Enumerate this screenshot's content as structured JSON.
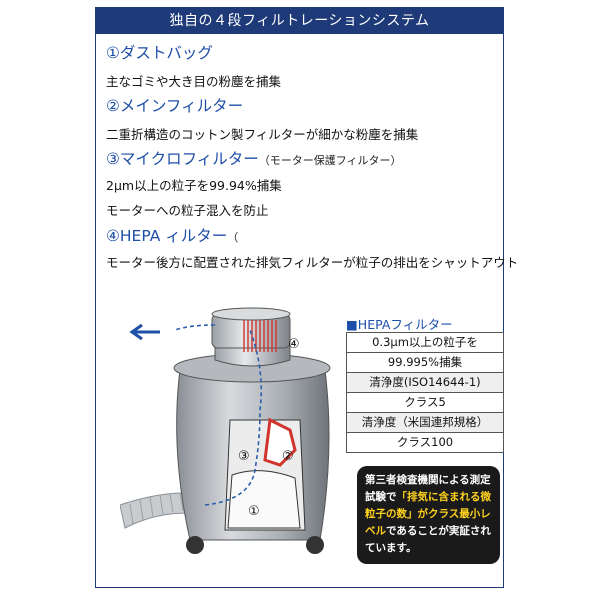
{
  "header": {
    "title": "独自の４段フィルトレーションシステム"
  },
  "stages": [
    {
      "title": "①ダストバッグ",
      "note": "",
      "lines": [
        "主なゴミや大き目の粉塵を捕集"
      ]
    },
    {
      "title": "②メインフィルター",
      "note": "",
      "lines": [
        "二重折構造のコットン製フィルターが細かな粉塵を捕集"
      ]
    },
    {
      "title": "③マイクロフィルター",
      "note": "（モーター保護フィルター）",
      "lines": [
        "2μm以上の粒子を99.94%捕集",
        "モーターへの粒子混入を防止"
      ]
    },
    {
      "title": "④HEPA ィルター",
      "note": "（",
      "lines": [
        "モーター後方に配置された排気フィルターが粒子の排出をシャットアウト"
      ]
    }
  ],
  "hepa": {
    "label": "■HEPAフィルター",
    "rows": [
      "0.3μm以上の粒子を",
      "99.995%捕集",
      "清浄度(ISO14644-1)",
      "クラス5",
      "清浄度（米国連邦規格）",
      "クラス100"
    ]
  },
  "badge": {
    "part1": "第三者検査機関による測定試験で",
    "highlight": "「排気に含まれる微粒子の数」がクラス最小レベル",
    "part2": "であることが実証されています。"
  },
  "diagram_labels": {
    "n1": "①",
    "n2": "②",
    "n3": "③",
    "n4": "④"
  },
  "colors": {
    "accent": "#1e3a78",
    "title_blue": "#1e4fa8",
    "highlight": "#ffd21e",
    "airflow": "#2a5fb0",
    "filter_red": "#d0342c"
  }
}
